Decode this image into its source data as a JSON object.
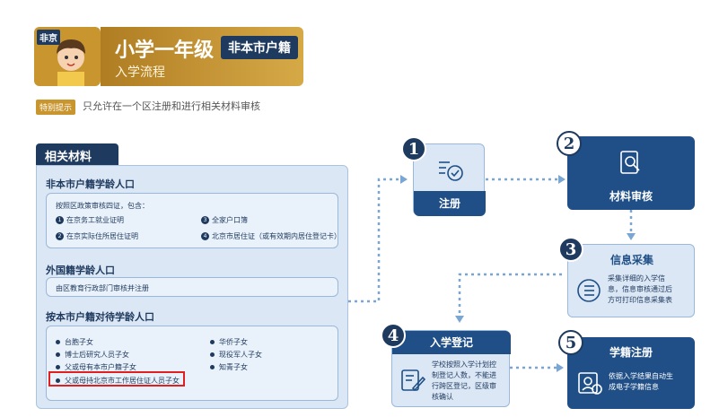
{
  "header": {
    "avatar_tag": "非京",
    "title_main": "小学一年级",
    "title_tag": "非本市户籍",
    "title_sub": "入学流程",
    "notice_badge": "特别提示",
    "notice_text": "只允许在一个区注册和进行相关材料审核"
  },
  "materials": {
    "title": "相关材料",
    "section1": {
      "title": "非本市户籍学龄人口",
      "intro": "按照区政策审核四证，包含：",
      "items": [
        {
          "num": "1",
          "text": "在京务工就业证明"
        },
        {
          "num": "2",
          "text": "在京实际住所居住证明"
        },
        {
          "num": "3",
          "text": "全家户口簿"
        },
        {
          "num": "4",
          "text": "北京市居住证（或有效期内居住登记卡）"
        }
      ]
    },
    "section2": {
      "title": "外国籍学龄人口",
      "text": "由区教育行政部门审核并注册"
    },
    "section3": {
      "title": "按本市户籍对待学龄人口",
      "items_left": [
        "台胞子女",
        "博士后研究人员子女",
        "父或母有本市户籍子女",
        "父或母持北京市工作居住证人员子女"
      ],
      "items_right": [
        "华侨子女",
        "现役军人子女",
        "知青子女"
      ]
    }
  },
  "steps": [
    {
      "num": "1",
      "label": "注册"
    },
    {
      "num": "2",
      "label": "材料审核"
    },
    {
      "num": "3",
      "label": "信息采集",
      "desc": [
        "采集详细的入学信",
        "息，信息审核通过后",
        "方可打印信息采集表"
      ]
    },
    {
      "num": "4",
      "label": "入学登记",
      "desc": [
        "学校按照入学计划控",
        "制登记人数，不能进",
        "行跨区登记，区级审",
        "核确认"
      ]
    },
    {
      "num": "5",
      "label": "学籍注册",
      "desc": [
        "依据入学结果自动生",
        "成电子学籍信息"
      ]
    }
  ],
  "colors": {
    "navy": "#1f3a5f",
    "blue": "#1f4f86",
    "light": "#dbe7f4",
    "gold": "#c8952e",
    "highlight": "#e02020"
  },
  "icons": [
    "boy-avatar-icon",
    "checklist-icon",
    "document-search-icon",
    "list-icon",
    "form-edit-icon",
    "student-card-icon"
  ]
}
